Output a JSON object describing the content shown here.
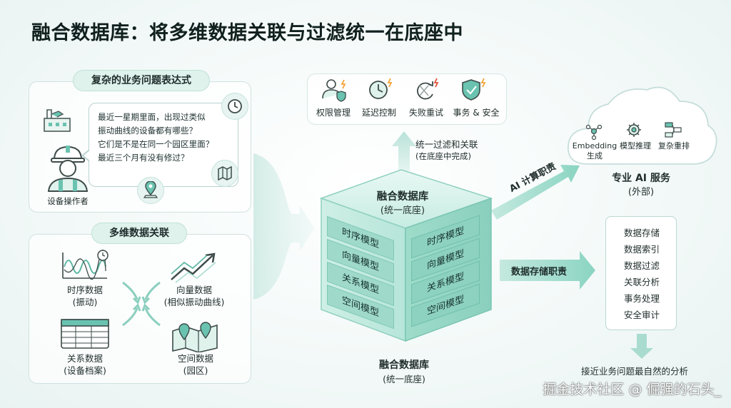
{
  "title": "融合数据库：将多维数据关联与过滤统一在底座中",
  "left_top": {
    "pill": "复杂的业务问题表达式",
    "bubble_lines": [
      "最近一星期里面，出现过类似",
      "振动曲线的设备都有哪些？",
      "它们是不是在同一个园区里面？",
      "最近三个月有没有修过？"
    ],
    "operator_label": "设备操作者"
  },
  "left_bottom": {
    "pill": "多维数据关联",
    "items": [
      {
        "name": "时序数据",
        "sub": "(振动)"
      },
      {
        "name": "向量数据",
        "sub": "(相似振动曲线)"
      },
      {
        "name": "关系数据",
        "sub": "(设备档案)"
      },
      {
        "name": "空间数据",
        "sub": "(园区)"
      }
    ]
  },
  "top_features": {
    "items": [
      {
        "label": "权限管理",
        "icon": "user-shield-icon"
      },
      {
        "label": "延迟控制",
        "icon": "clock-icon"
      },
      {
        "label": "失败重试",
        "icon": "retry-icon"
      },
      {
        "label": "事务 & 安全",
        "icon": "shield-check-icon"
      }
    ],
    "arrow_line1": "统一过滤和关联",
    "arrow_line2": "(在底座中完成)"
  },
  "cube": {
    "top_line1": "融合数据库",
    "top_line2": "(统一底座)",
    "left_layers": [
      "时序模型",
      "向量模型",
      "关系模型",
      "空间模型"
    ],
    "right_layers": [
      "时序模型",
      "向量模型",
      "关系模型",
      "空间模型"
    ],
    "caption_line1": "融合数据库",
    "caption_line2": "(统一底座)"
  },
  "ai_arrow_label": "AI 计算职责",
  "storage_arrow_label": "数据存储职责",
  "cloud": {
    "items": [
      {
        "label_line1": "Embedding",
        "label_line2": "生成"
      },
      {
        "label_line1": "模型推理",
        "label_line2": ""
      },
      {
        "label_line1": "复杂重排",
        "label_line2": ""
      }
    ],
    "title_line1": "专业 AI 服务",
    "title_line2": "(外部)"
  },
  "storage_items": [
    "数据存储",
    "数据索引",
    "数据过滤",
    "关联分析",
    "事务处理",
    "安全审计"
  ],
  "bottom_right_label": "接近业务问题最自然的分析",
  "watermark": "掘金技术社区 @ 倔强的石头_",
  "colors": {
    "accent": "#5fc3ac",
    "accent_light": "#dff2ec",
    "lightning": "#f2a33a",
    "retry_red": "#e2533d",
    "text": "#1f2d2b"
  }
}
